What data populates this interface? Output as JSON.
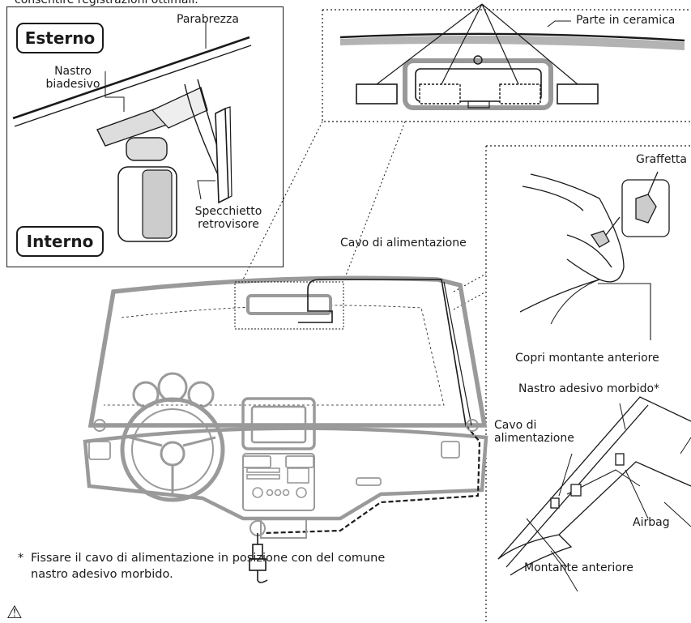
{
  "top_text": "consentire registrazioni ottimali.",
  "inset": {
    "badge_outside": "Esterno",
    "badge_inside": "Interno",
    "windshield": "Parabrezza",
    "tape_line1": "Nastro",
    "tape_line2": "biadesivo",
    "mirror_line1": "Specchietto",
    "mirror_line2": "retrovisore"
  },
  "ceramic": "Parte in ceramica",
  "power_cable": "Cavo di alimentazione",
  "pillar_detail": {
    "clip": "Graffetta",
    "pillar_cover": "Copri montante anteriore",
    "soft_tape": "Nastro adesivo morbido*",
    "cable_line1": "Cavo di",
    "cable_line2": "alimentazione",
    "airbag": "Airbag",
    "front_pillar": "Montante anteriore"
  },
  "footnote": {
    "marker": "*",
    "line1": "Fissare il cavo di alimentazione in posizione con del comune",
    "line2": "nastro adesivo morbido."
  },
  "warning_glyph": "⚠"
}
